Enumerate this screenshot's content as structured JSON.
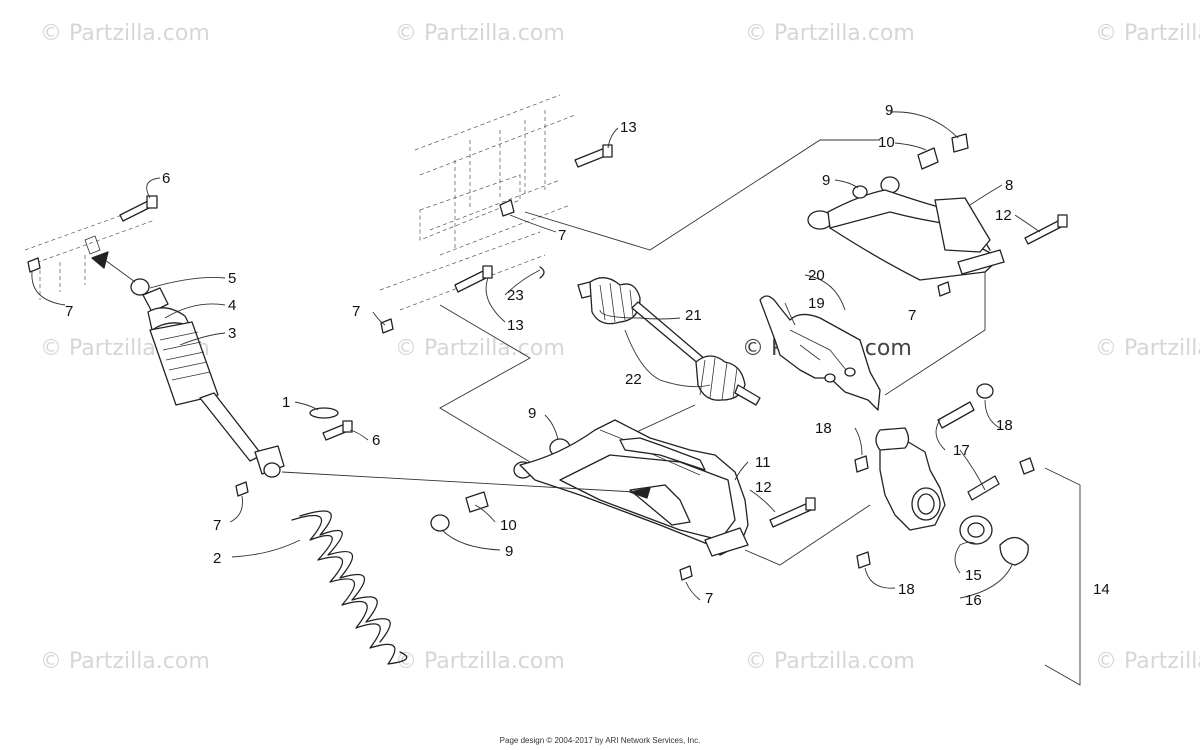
{
  "watermark": "© Partzilla.com",
  "callouts": {
    "c1": "1",
    "c2": "2",
    "c3": "3",
    "c4": "4",
    "c5": "5",
    "c6a": "6",
    "c6b": "6",
    "c7a": "7",
    "c7b": "7",
    "c7c": "7",
    "c7d": "7",
    "c7e": "7",
    "c7f": "7",
    "c8": "8",
    "c9a": "9",
    "c9b": "9",
    "c9c": "9",
    "c9d": "9",
    "c10a": "10",
    "c10b": "10",
    "c11": "11",
    "c12a": "12",
    "c12b": "12",
    "c13a": "13",
    "c13b": "13",
    "c14": "14",
    "c15": "15",
    "c16": "16",
    "c17": "17",
    "c18a": "18",
    "c18b": "18",
    "c18c": "18",
    "c19": "19",
    "c20": "20",
    "c21": "21",
    "c22": "22",
    "c23": "23"
  },
  "footer": "Page design © 2004-2017 by ARI Network Services, Inc."
}
